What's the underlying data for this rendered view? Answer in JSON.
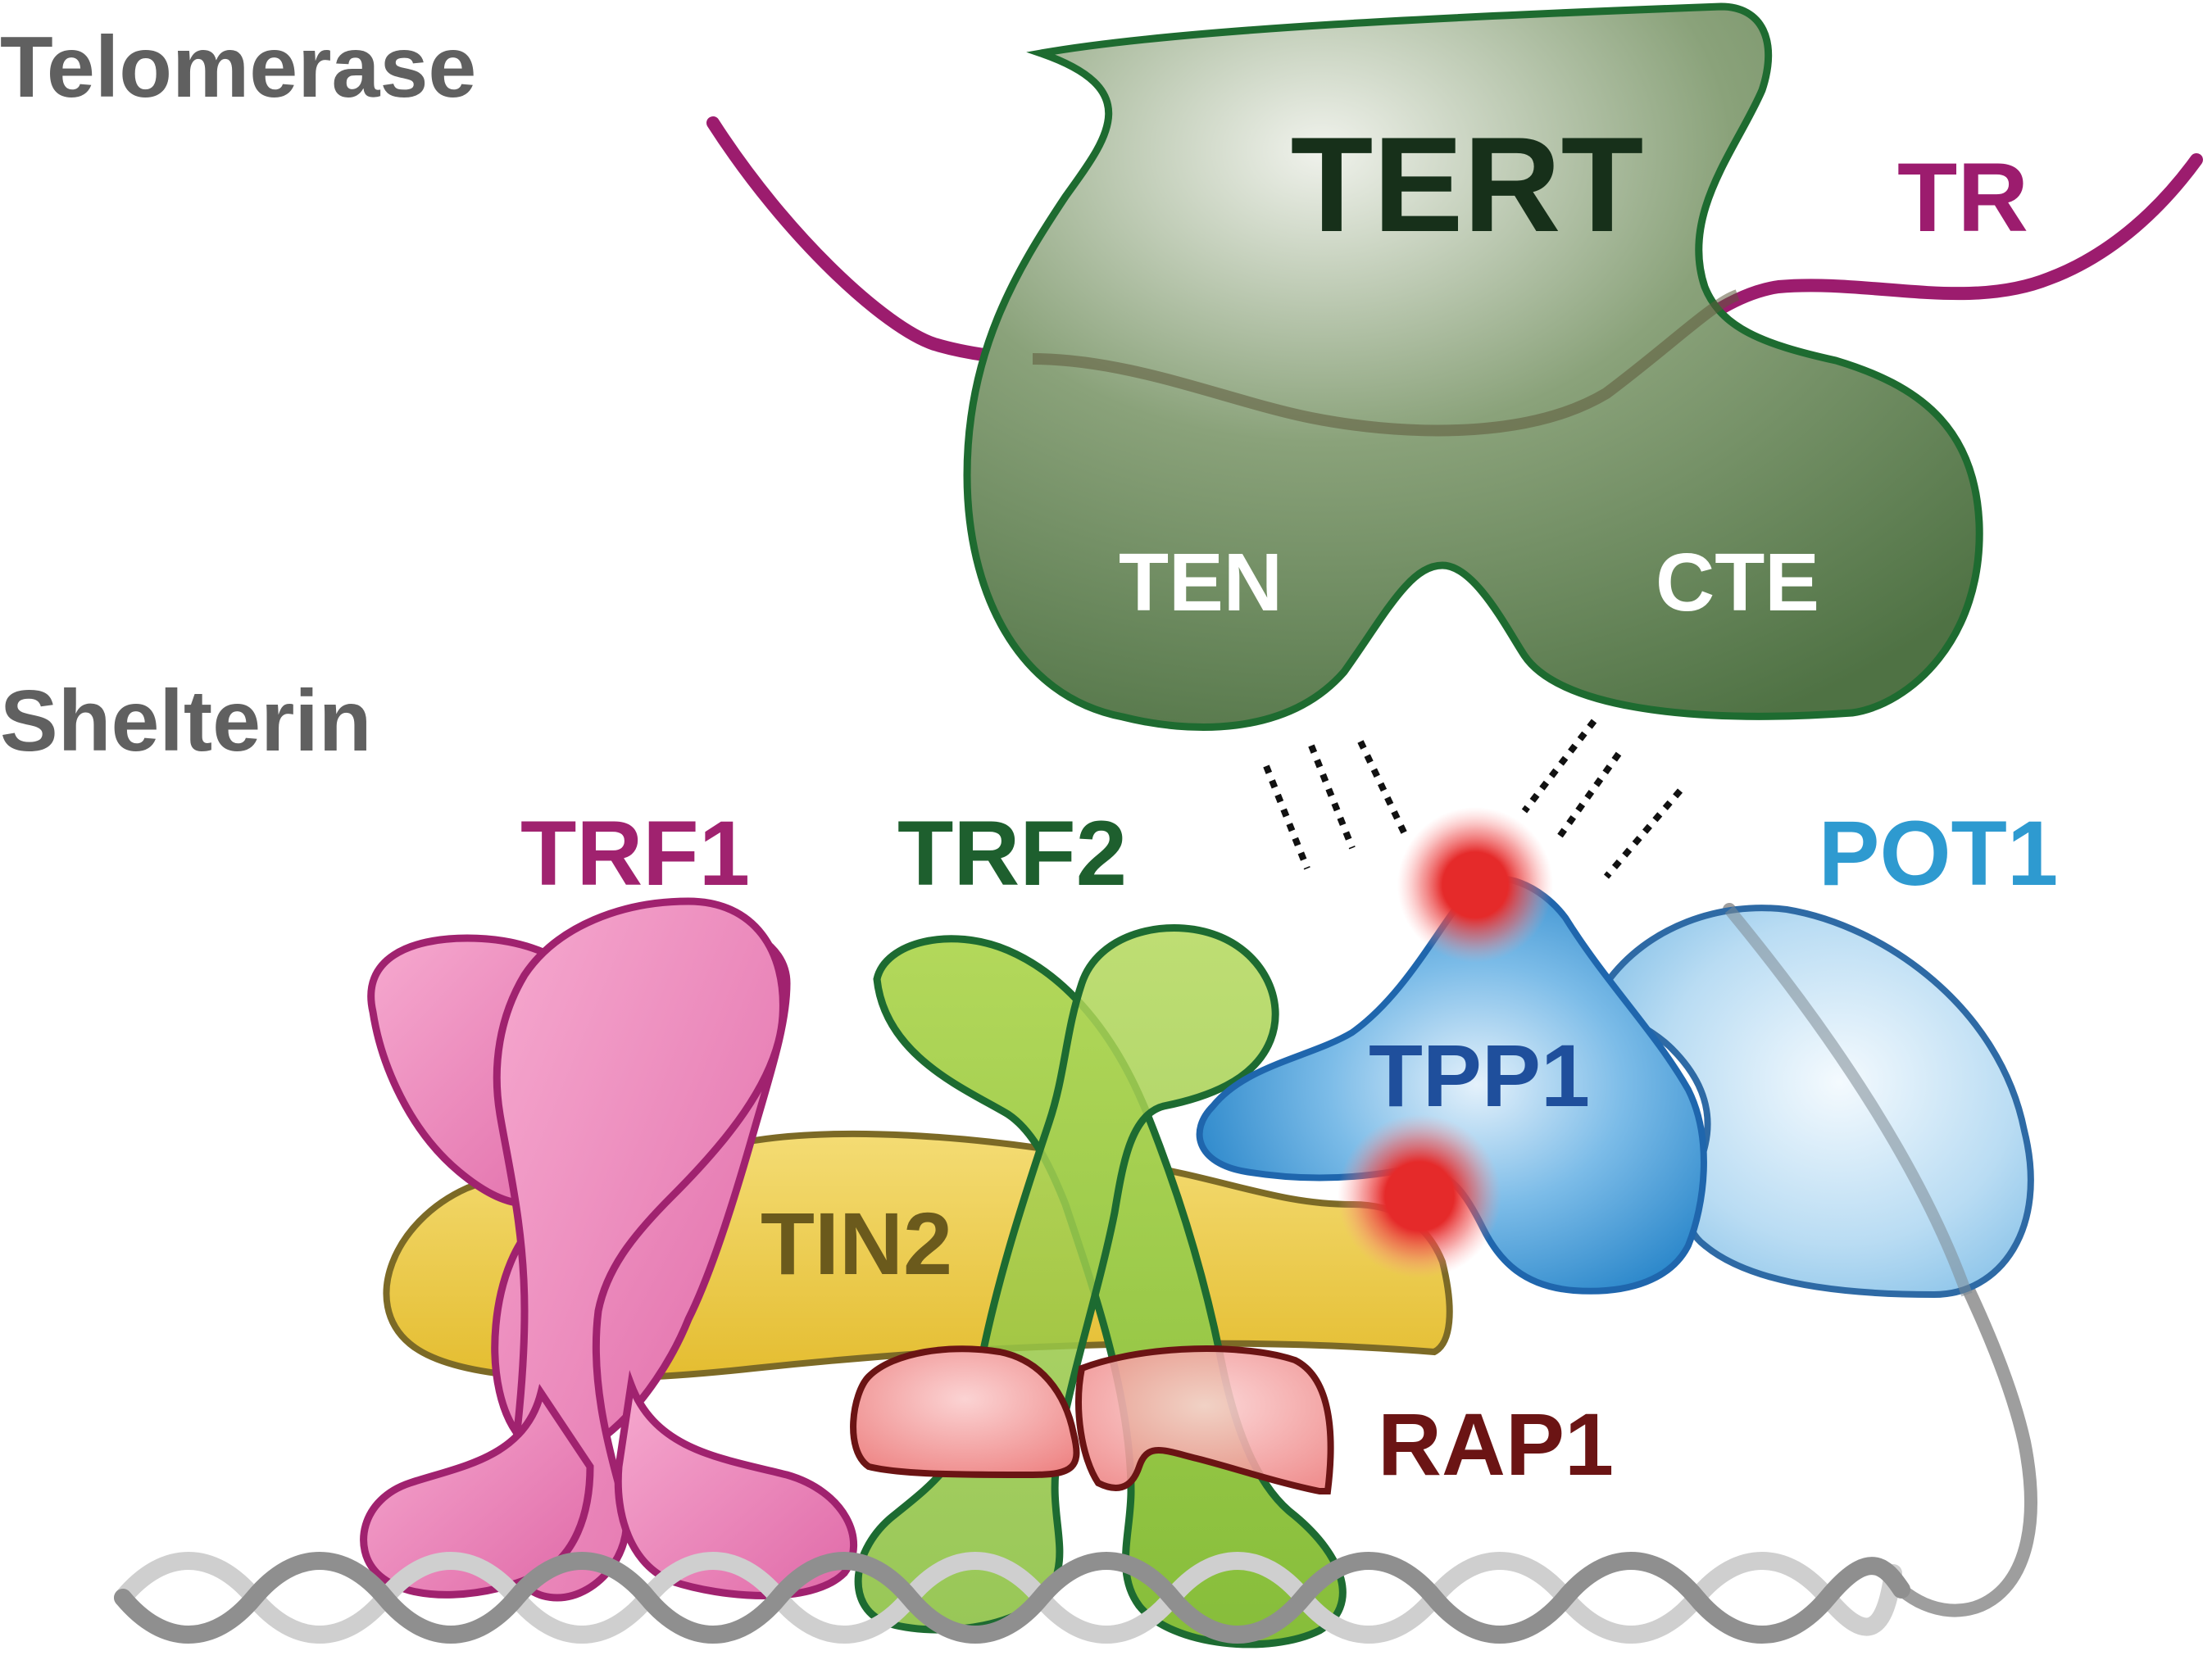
{
  "headings": {
    "telomerase": "Telomerase",
    "shelterin": "Shelterin"
  },
  "proteins": {
    "tert": "TERT",
    "tr": "TR",
    "ten": "TEN",
    "cte": "CTE",
    "trf1": "TRF1",
    "trf2": "TRF2",
    "pot1": "POT1",
    "tpp1": "TPP1",
    "tin2": "TIN2",
    "rap1": "RAP1"
  },
  "colors": {
    "heading": "#606060",
    "tert_fill": "#4f7a44",
    "tert_outline": "#1e6b30",
    "tert_text": "#17301a",
    "tr_strand": "#9c1c6e",
    "trf1": "#e97ab1",
    "trf1_outline": "#a0226f",
    "trf2": "#94c645",
    "trf2_outline": "#1d6b31",
    "pot1": "#a9d3ef",
    "pot1_outline": "#2e6aa5",
    "pot1_text": "#2e9ad0",
    "tpp1": "#2d8fd1",
    "tpp1_text": "#1f4f9c",
    "tin2": "#e8c63f",
    "tin2_outline": "#7c6a26",
    "tin2_text": "#6b5a1c",
    "rap1": "#f2a0a0",
    "rap1_outline": "#6b1414",
    "hotspot": "#e52a2a",
    "dna": "#9b9b9b"
  }
}
